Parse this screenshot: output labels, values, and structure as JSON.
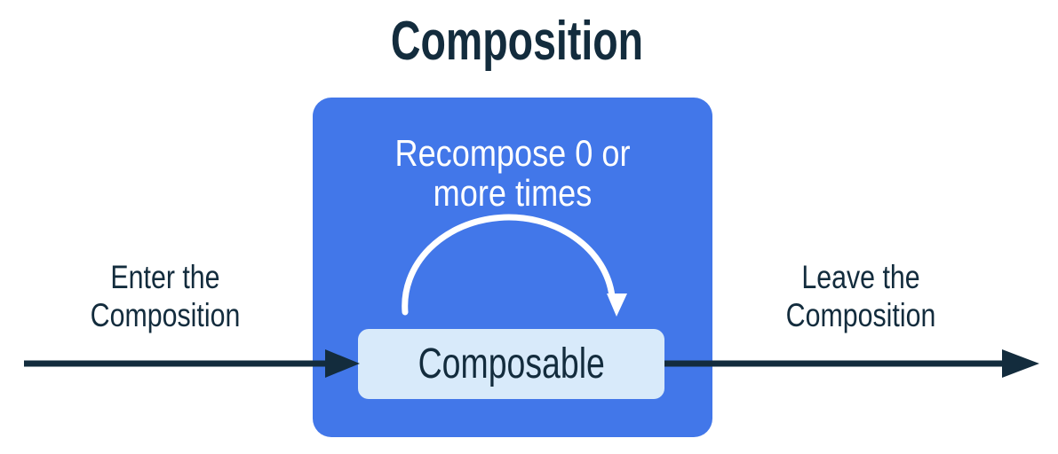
{
  "title": "Composition",
  "colors": {
    "canvas_bg": "#ffffff",
    "primary_blue": "#4277E9",
    "light_blue": "#D8EAFA",
    "ink": "#132C3D",
    "white": "#ffffff"
  },
  "enter_label": {
    "line1": "Enter the",
    "line2": "Composition"
  },
  "leave_label": {
    "line1": "Leave the",
    "line2": "Composition"
  },
  "recompose_note": {
    "line1": "Recompose 0 or",
    "line2": "more times"
  },
  "composable_label": "Composable"
}
